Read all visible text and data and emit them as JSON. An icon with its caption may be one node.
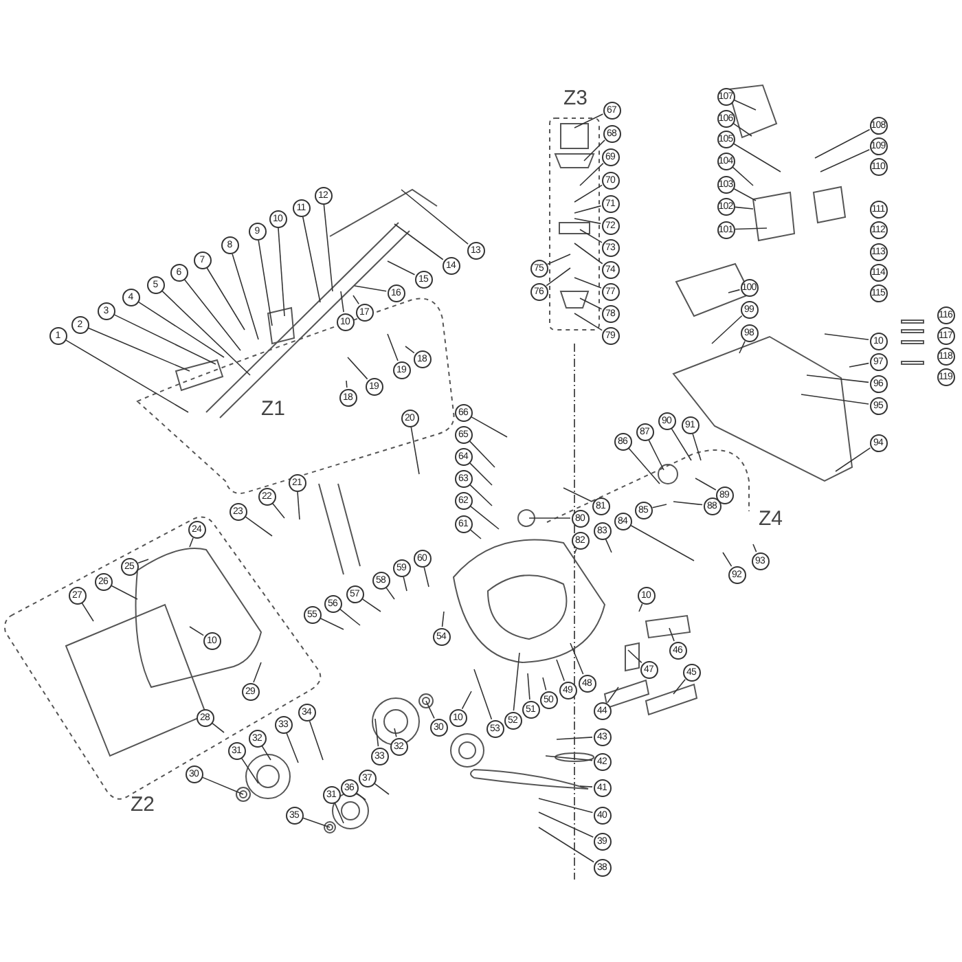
{
  "diagram": {
    "nodes": [
      {
        "text": [
          "1"
        ]
      },
      {
        "text": [
          "2"
        ]
      },
      {
        "text": [
          "3"
        ]
      },
      {
        "text": [
          "4"
        ]
      },
      {
        "text": [
          "5"
        ]
      },
      {
        "text": [
          "6"
        ]
      },
      {
        "text": [
          "7"
        ]
      },
      {
        "text": [
          "8"
        ]
      },
      {
        "text": [
          "9"
        ]
      },
      {
        "text": [
          "10"
        ]
      },
      {
        "text": [
          "11"
        ]
      },
      {
        "text": [
          "12"
        ]
      },
      {
        "text": [
          "13"
        ]
      },
      {
        "text": [
          "14"
        ]
      },
      {
        "text": [
          "15"
        ]
      },
      {
        "text": [
          "16"
        ]
      },
      {
        "text": [
          "17"
        ]
      },
      {
        "text": [
          "10"
        ]
      },
      {
        "text": [
          "18"
        ]
      },
      {
        "text": [
          "19"
        ]
      },
      {
        "text": [
          "19"
        ]
      },
      {
        "text": [
          "18"
        ]
      },
      {
        "text": [
          "20"
        ]
      },
      {
        "text": [
          "21"
        ]
      },
      {
        "text": [
          "22"
        ]
      },
      {
        "text": [
          "23"
        ]
      },
      {
        "text": [
          "24"
        ]
      },
      {
        "text": [
          "25"
        ]
      },
      {
        "text": [
          "26"
        ]
      },
      {
        "text": [
          "27"
        ]
      },
      {
        "text": [
          "10"
        ]
      },
      {
        "text": [
          "28"
        ]
      },
      {
        "text": [
          "29"
        ]
      },
      {
        "text": [
          "30"
        ]
      },
      {
        "text": [
          "31"
        ]
      },
      {
        "text": [
          "32"
        ]
      },
      {
        "text": [
          "33"
        ]
      },
      {
        "text": [
          "34"
        ]
      },
      {
        "text": [
          "30"
        ]
      },
      {
        "text": [
          "31"
        ]
      },
      {
        "text": [
          "32"
        ]
      },
      {
        "text": [
          "33"
        ]
      },
      {
        "text": [
          "35"
        ]
      },
      {
        "text": [
          "36"
        ]
      },
      {
        "text": [
          "37"
        ]
      },
      {
        "text": [
          "38"
        ]
      },
      {
        "text": [
          "39"
        ]
      },
      {
        "text": [
          "40"
        ]
      },
      {
        "text": [
          "41"
        ]
      },
      {
        "text": [
          "42"
        ]
      },
      {
        "text": [
          "43"
        ]
      },
      {
        "text": [
          "44"
        ]
      },
      {
        "text": [
          "45"
        ]
      },
      {
        "text": [
          "46"
        ]
      },
      {
        "text": [
          "10"
        ]
      },
      {
        "text": [
          "47"
        ]
      },
      {
        "text": [
          "48"
        ]
      },
      {
        "text": [
          "49"
        ]
      },
      {
        "text": [
          "50"
        ]
      },
      {
        "text": [
          "51"
        ]
      },
      {
        "text": [
          "52"
        ]
      },
      {
        "text": [
          "53"
        ]
      },
      {
        "text": [
          "10"
        ]
      },
      {
        "text": [
          "54"
        ]
      },
      {
        "text": [
          "55"
        ]
      },
      {
        "text": [
          "56"
        ]
      },
      {
        "text": [
          "57"
        ]
      },
      {
        "text": [
          "58"
        ]
      },
      {
        "text": [
          "59"
        ]
      },
      {
        "text": [
          "60"
        ]
      },
      {
        "text": [
          "61"
        ]
      },
      {
        "text": [
          "62"
        ]
      },
      {
        "text": [
          "63"
        ]
      },
      {
        "text": [
          "64"
        ]
      },
      {
        "text": [
          "65"
        ]
      },
      {
        "text": [
          "66"
        ]
      },
      {
        "text": [
          "67"
        ]
      },
      {
        "text": [
          "68"
        ]
      },
      {
        "text": [
          "69"
        ]
      },
      {
        "text": [
          "70"
        ]
      },
      {
        "text": [
          "71"
        ]
      },
      {
        "text": [
          "72"
        ]
      },
      {
        "text": [
          "73"
        ]
      },
      {
        "text": [
          "74"
        ]
      },
      {
        "text": [
          "75"
        ]
      },
      {
        "text": [
          "76"
        ]
      },
      {
        "text": [
          "77"
        ]
      },
      {
        "text": [
          "78"
        ]
      },
      {
        "text": [
          "79"
        ]
      },
      {
        "text": [
          "80"
        ]
      },
      {
        "text": [
          "81"
        ]
      },
      {
        "text": [
          "82"
        ]
      },
      {
        "text": [
          "83"
        ]
      },
      {
        "text": [
          "84"
        ]
      },
      {
        "text": [
          "85"
        ]
      },
      {
        "text": [
          "86"
        ]
      },
      {
        "text": [
          "87"
        ]
      },
      {
        "text": [
          "88"
        ]
      },
      {
        "text": [
          "89"
        ]
      },
      {
        "text": [
          "90"
        ]
      },
      {
        "text": [
          "91"
        ]
      },
      {
        "text": [
          "92"
        ]
      },
      {
        "text": [
          "93"
        ]
      },
      {
        "text": [
          "94"
        ]
      },
      {
        "text": [
          "95"
        ]
      },
      {
        "text": [
          "96"
        ]
      },
      {
        "text": [
          "97"
        ]
      },
      {
        "text": [
          "98"
        ]
      },
      {
        "text": [
          "99"
        ]
      },
      {
        "text": [
          "100"
        ]
      },
      {
        "text": [
          "10"
        ]
      },
      {
        "text": [
          "101"
        ]
      },
      {
        "text": [
          "102"
        ]
      },
      {
        "text": [
          "103"
        ]
      },
      {
        "text": [
          "104"
        ]
      },
      {
        "text": [
          "105"
        ]
      },
      {
        "text": [
          "106"
        ]
      },
      {
        "text": [
          "107"
        ]
      },
      {
        "text": [
          "108"
        ]
      },
      {
        "text": [
          "109"
        ]
      },
      {
        "text": [
          "110"
        ]
      },
      {
        "text": [
          "111"
        ]
      },
      {
        "text": [
          "112"
        ]
      },
      {
        "text": [
          "113"
        ]
      },
      {
        "text": [
          "114"
        ]
      },
      {
        "text": [
          "115"
        ]
      },
      {
        "text": [
          "116"
        ]
      },
      {
        "text": [
          "117"
        ]
      },
      {
        "text": [
          "118"
        ]
      },
      {
        "text": [
          "119"
        ]
      }
    ],
    "edges": [
      {
        "from": 0,
        "to": null,
        "arrow": "none"
      },
      {
        "from": 1,
        "to": null,
        "arrow": "none"
      },
      {
        "from": 2,
        "to": null,
        "arrow": "none"
      },
      {
        "from": 3,
        "to": null,
        "arrow": "none"
      },
      {
        "from": 4,
        "to": null,
        "arrow": "none"
      },
      {
        "from": 5,
        "to": null,
        "arrow": "none"
      },
      {
        "from": 6,
        "to": null,
        "arrow": "none"
      },
      {
        "from": 7,
        "to": null,
        "arrow": "none"
      },
      {
        "from": 8,
        "to": null,
        "arrow": "none"
      },
      {
        "from": 9,
        "to": null,
        "arrow": "none"
      },
      {
        "from": 10,
        "to": null,
        "arrow": "none"
      },
      {
        "from": 11,
        "to": null,
        "arrow": "none"
      },
      {
        "from": 12,
        "to": null,
        "arrow": "none"
      },
      {
        "from": 13,
        "to": null,
        "arrow": "none"
      },
      {
        "from": 14,
        "to": null,
        "arrow": "none"
      },
      {
        "from": 15,
        "to": null,
        "arrow": "none"
      },
      {
        "from": 16,
        "to": null,
        "arrow": "none"
      },
      {
        "from": 17,
        "to": null,
        "arrow": "none"
      },
      {
        "from": 18,
        "to": null,
        "arrow": "none"
      },
      {
        "from": 19,
        "to": null,
        "arrow": "none"
      },
      {
        "from": 20,
        "to": null,
        "arrow": "none"
      },
      {
        "from": 21,
        "to": null,
        "arrow": "none"
      },
      {
        "from": 22,
        "to": null,
        "arrow": "none"
      },
      {
        "from": 23,
        "to": null,
        "arrow": "none"
      },
      {
        "from": 24,
        "to": null,
        "arrow": "none"
      },
      {
        "from": 25,
        "to": null,
        "arrow": "none"
      },
      {
        "from": 26,
        "to": null,
        "arrow": "none"
      },
      {
        "from": 27,
        "to": null,
        "arrow": "none"
      },
      {
        "from": 28,
        "to": null,
        "arrow": "none"
      },
      {
        "from": 29,
        "to": null,
        "arrow": "none"
      },
      {
        "from": 30,
        "to": null,
        "arrow": "none"
      },
      {
        "from": 31,
        "to": null,
        "arrow": "none"
      },
      {
        "from": 32,
        "to": null,
        "arrow": "none"
      },
      {
        "from": 33,
        "to": null,
        "arrow": "none"
      },
      {
        "from": 34,
        "to": null,
        "arrow": "none"
      },
      {
        "from": 35,
        "to": null,
        "arrow": "none"
      },
      {
        "from": 36,
        "to": null,
        "arrow": "none"
      },
      {
        "from": 37,
        "to": null,
        "arrow": "none"
      },
      {
        "from": 38,
        "to": null,
        "arrow": "none"
      },
      {
        "from": 39,
        "to": null,
        "arrow": "none"
      },
      {
        "from": 40,
        "to": null,
        "arrow": "none"
      },
      {
        "from": 41,
        "to": null,
        "arrow": "none"
      },
      {
        "from": 42,
        "to": null,
        "arrow": "none"
      },
      {
        "from": 43,
        "to": null,
        "arrow": "none"
      },
      {
        "from": 44,
        "to": null,
        "arrow": "none"
      },
      {
        "from": 45,
        "to": null,
        "arrow": "none"
      },
      {
        "from": 46,
        "to": null,
        "arrow": "none"
      },
      {
        "from": 47,
        "to": null,
        "arrow": "none"
      },
      {
        "from": 48,
        "to": null,
        "arrow": "none"
      },
      {
        "from": 49,
        "to": null,
        "arrow": "none"
      },
      {
        "from": 50,
        "to": null,
        "arrow": "none"
      },
      {
        "from": 51,
        "to": null,
        "arrow": "none"
      },
      {
        "from": 52,
        "to": null,
        "arrow": "none"
      },
      {
        "from": 53,
        "to": null,
        "arrow": "none"
      },
      {
        "from": 54,
        "to": null,
        "arrow": "none"
      },
      {
        "from": 55,
        "to": null,
        "arrow": "none"
      },
      {
        "from": 56,
        "to": null,
        "arrow": "none"
      },
      {
        "from": 57,
        "to": null,
        "arrow": "none"
      },
      {
        "from": 58,
        "to": null,
        "arrow": "none"
      },
      {
        "from": 59,
        "to": null,
        "arrow": "none"
      },
      {
        "from": 60,
        "to": null,
        "arrow": "none"
      },
      {
        "from": 61,
        "to": null,
        "arrow": "none"
      },
      {
        "from": 62,
        "to": null,
        "arrow": "none"
      },
      {
        "from": 63,
        "to": null,
        "arrow": "none"
      },
      {
        "from": 64,
        "to": null,
        "arrow": "none"
      },
      {
        "from": 65,
        "to": null,
        "arrow": "none"
      },
      {
        "from": 66,
        "to": null,
        "arrow": "none"
      },
      {
        "from": 67,
        "to": null,
        "arrow": "none"
      },
      {
        "from": 68,
        "to": null,
        "arrow": "none"
      },
      {
        "from": 69,
        "to": null,
        "arrow": "none"
      },
      {
        "from": 70,
        "to": null,
        "arrow": "none"
      },
      {
        "from": 71,
        "to": null,
        "arrow": "none"
      },
      {
        "from": 72,
        "to": null,
        "arrow": "none"
      },
      {
        "from": 73,
        "to": null,
        "arrow": "none"
      },
      {
        "from": 74,
        "to": null,
        "arrow": "none"
      },
      {
        "from": 75,
        "to": null,
        "arrow": "none"
      },
      {
        "from": 76,
        "to": null,
        "arrow": "none"
      },
      {
        "from": 77,
        "to": null,
        "arrow": "none"
      },
      {
        "from": 78,
        "to": null,
        "arrow": "none"
      },
      {
        "from": 79,
        "to": null,
        "arrow": "none"
      },
      {
        "from": 80,
        "to": null,
        "arrow": "none"
      },
      {
        "from": 81,
        "to": null,
        "arrow": "none"
      },
      {
        "from": 82,
        "to": null,
        "arrow": "none"
      },
      {
        "from": 83,
        "to": null,
        "arrow": "none"
      },
      {
        "from": 84,
        "to": null,
        "arrow": "none"
      },
      {
        "from": 85,
        "to": null,
        "arrow": "none"
      },
      {
        "from": 86,
        "to": null,
        "arrow": "none"
      },
      {
        "from": 87,
        "to": null,
        "arrow": "none"
      },
      {
        "from": 88,
        "to": null,
        "arrow": "none"
      },
      {
        "from": 89,
        "to": null,
        "arrow": "none"
      },
      {
        "from": 90,
        "to": null,
        "arrow": "none"
      },
      {
        "from": 91,
        "to": null,
        "arrow": "none"
      },
      {
        "from": 92,
        "to": null,
        "arrow": "none"
      },
      {
        "from": 93,
        "to": null,
        "arrow": "none"
      },
      {
        "from": 94,
        "to": null,
        "arrow": "none"
      },
      {
        "from": 95,
        "to": null,
        "arrow": "none"
      },
      {
        "from": 96,
        "to": null,
        "arrow": "none"
      },
      {
        "from": 97,
        "to": null,
        "arrow": "none"
      },
      {
        "from": 98,
        "to": null,
        "arrow": "none"
      },
      {
        "from": 99,
        "to": null,
        "arrow": "none"
      },
      {
        "from": 100,
        "to": null,
        "arrow": "none"
      },
      {
        "from": 101,
        "to": null,
        "arrow": "none"
      },
      {
        "from": 102,
        "to": null,
        "arrow": "none"
      },
      {
        "from": 103,
        "to": null,
        "arrow": "none"
      },
      {
        "from": 104,
        "to": null,
        "arrow": "none"
      },
      {
        "from": 105,
        "to": null,
        "arrow": "none"
      },
      {
        "from": 106,
        "to": null,
        "arrow": "none"
      },
      {
        "from": 107,
        "to": null,
        "arrow": "none"
      },
      {
        "from": 108,
        "to": null,
        "arrow": "none"
      },
      {
        "from": 109,
        "to": null,
        "arrow": "none"
      },
      {
        "from": 110,
        "to": null,
        "arrow": "none"
      },
      {
        "from": 111,
        "to": null,
        "arrow": "none"
      },
      {
        "from": 112,
        "to": null,
        "arrow": "none"
      },
      {
        "from": 113,
        "to": null,
        "arrow": "none"
      },
      {
        "from": 114,
        "to": null,
        "arrow": "none"
      },
      {
        "from": 115,
        "to": null,
        "arrow": "none"
      },
      {
        "from": 116,
        "to": null,
        "arrow": "none"
      },
      {
        "from": 117,
        "to": null,
        "arrow": "none"
      },
      {
        "from": 118,
        "to": null,
        "arrow": "none"
      },
      {
        "from": 119,
        "to": null,
        "arrow": "none"
      }
    ],
    "labels": [
      "Z3",
      "Z1",
      "Z4",
      "Z2"
    ]
  }
}
